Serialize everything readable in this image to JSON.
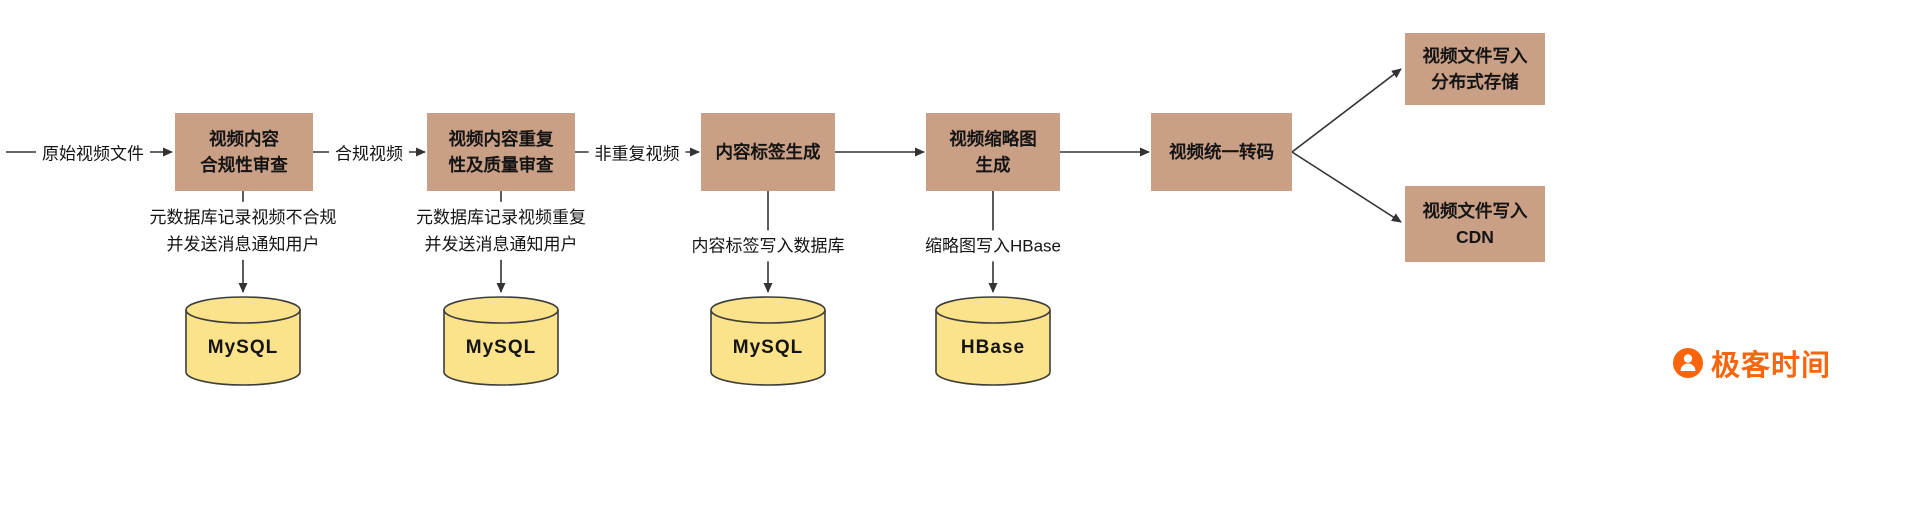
{
  "colors": {
    "node_fill": "#C99F85",
    "db_fill": "#FBE38B",
    "db_stroke": "#3C3C3C",
    "line": "#333333",
    "brand_orange": "#F8650C"
  },
  "flow": {
    "input_label": "原始视频文件",
    "compliant_label": "合规视频",
    "non_duplicate_label": "非重复视频"
  },
  "nodes": {
    "compliance": {
      "label": "视频内容\n合规性审查"
    },
    "dedup": {
      "label": "视频内容重复\n性及质量审查"
    },
    "tagging": {
      "label": "内容标签生成"
    },
    "thumbnail": {
      "label": "视频缩略图\n生成"
    },
    "transcode": {
      "label": "视频统一转码"
    },
    "dfs": {
      "label": "视频文件写入\n分布式存储"
    },
    "cdn": {
      "label": "视频文件写入\nCDN"
    }
  },
  "annotations": {
    "compliance_to_db": "元数据库记录视频不合规\n并发送消息通知用户",
    "dedup_to_db": "元数据库记录视频重复\n并发送消息通知用户",
    "tags_to_db": "内容标签写入数据库",
    "thumb_to_db": "缩略图写入HBase"
  },
  "databases": {
    "db1": "MySQL",
    "db2": "MySQL",
    "db3": "MySQL",
    "db4": "HBase"
  },
  "brand": {
    "name": "极客时间"
  }
}
